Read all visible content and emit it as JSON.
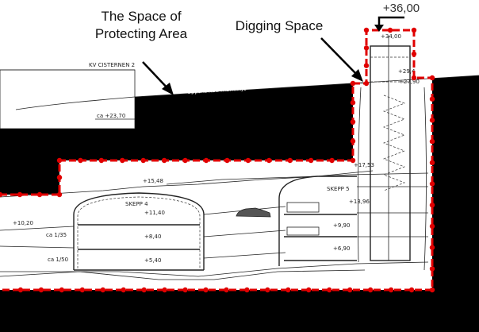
{
  "annotations": {
    "protecting_area": [
      "The Space of",
      "Protecting Area"
    ],
    "digging_space": "Digging Space",
    "top_level": "+36,00"
  },
  "drawing": {
    "property": "KV CISTERNEN 2",
    "ground_line": "Uppskattad marklinje",
    "ground_level": "ca +23,70",
    "shaft_levels": [
      "+34,00",
      "+29,4",
      "+27,90"
    ],
    "level_1753": "+17,53",
    "skepp4": {
      "name": "SKEPP 4",
      "top": "+15,48",
      "levels": [
        "+11,40",
        "+8,40",
        "+5,40"
      ]
    },
    "left_level": "+10,20",
    "slopes": [
      "ca 1/35",
      "ca 1/50"
    ],
    "skepp5": {
      "name": "SKEPP 5",
      "levels": [
        "+13,96",
        "+9,90",
        "+6,90"
      ]
    }
  },
  "colors": {
    "boundary": "#e00000",
    "ground": "#000000"
  }
}
